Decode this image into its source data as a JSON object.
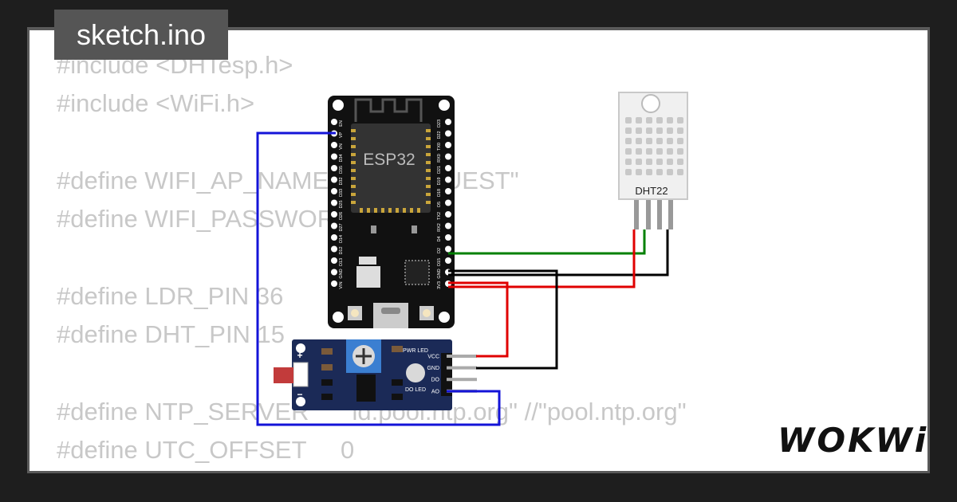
{
  "file_tab": {
    "title": "sketch.ino"
  },
  "code_lines": [
    "#include <DHTesp.h>",
    "#include <WiFi.h>",
    "",
    "#define WIFI_AP_NAME \"Wokwi-GUEST\"",
    "#define WIFI_PASSWORD \"\"",
    "",
    "#define LDR_PIN 36",
    "#define DHT_PIN 15",
    "",
    "#define NTP_SERVER     \"id.pool.ntp.org\" //\"pool.ntp.org\"",
    "#define UTC_OFFSET     0"
  ],
  "esp32": {
    "label": "ESP32",
    "left_pins": [
      "EN",
      "VP",
      "VN",
      "D34",
      "D35",
      "D32",
      "D33",
      "D25",
      "D26",
      "D27",
      "D14",
      "D12",
      "D13",
      "GND",
      "VIN"
    ],
    "right_pins": [
      "D23",
      "D22",
      "TX0",
      "RX0",
      "D21",
      "D19",
      "D18",
      "D5",
      "TX2",
      "RX2",
      "D4",
      "D2",
      "D15",
      "GND",
      "3V3"
    ]
  },
  "dht22": {
    "label": "DHT22"
  },
  "ldr_module": {
    "pins": [
      "VCC",
      "GND",
      "DO",
      "AO"
    ],
    "pwr_led_label": "PWR LED",
    "do_led_label": "DO LED",
    "plus_label": "+",
    "minus_label": "−"
  },
  "brand": {
    "logo_text": "WOKWi"
  },
  "colors": {
    "wire_blue": "#1414d8",
    "wire_red": "#e00000",
    "wire_green": "#008000",
    "wire_black": "#000000",
    "board_black": "#111111",
    "module_blue": "#1b2a57",
    "tab_bg": "#555555"
  }
}
